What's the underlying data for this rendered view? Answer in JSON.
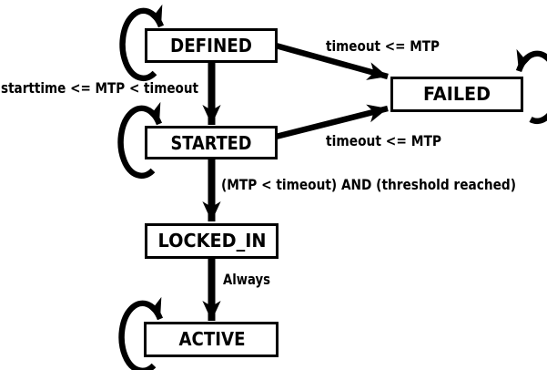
{
  "diagram": {
    "type": "state-machine",
    "colors": {
      "background": "#ffffff",
      "stroke": "#000000",
      "state_fill": "#ffffff",
      "text": "#000000"
    },
    "states": [
      {
        "label": "DEFINED",
        "self_loop": true
      },
      {
        "label": "STARTED",
        "self_loop": true
      },
      {
        "label": "FAILED",
        "self_loop": true
      },
      {
        "label": "LOCKED_IN",
        "self_loop": false
      },
      {
        "label": "ACTIVE",
        "self_loop": true
      }
    ],
    "transitions": [
      {
        "from": "DEFINED",
        "to": "STARTED",
        "label": "starttime <= MTP < timeout"
      },
      {
        "from": "DEFINED",
        "to": "FAILED",
        "label": "timeout <= MTP"
      },
      {
        "from": "STARTED",
        "to": "FAILED",
        "label": "timeout <= MTP"
      },
      {
        "from": "STARTED",
        "to": "LOCKED_IN",
        "label": "(MTP < timeout) AND (threshold reached)"
      },
      {
        "from": "LOCKED_IN",
        "to": "ACTIVE",
        "label": "Always"
      }
    ],
    "self_transitions": [
      "DEFINED",
      "STARTED",
      "FAILED",
      "ACTIVE"
    ]
  }
}
